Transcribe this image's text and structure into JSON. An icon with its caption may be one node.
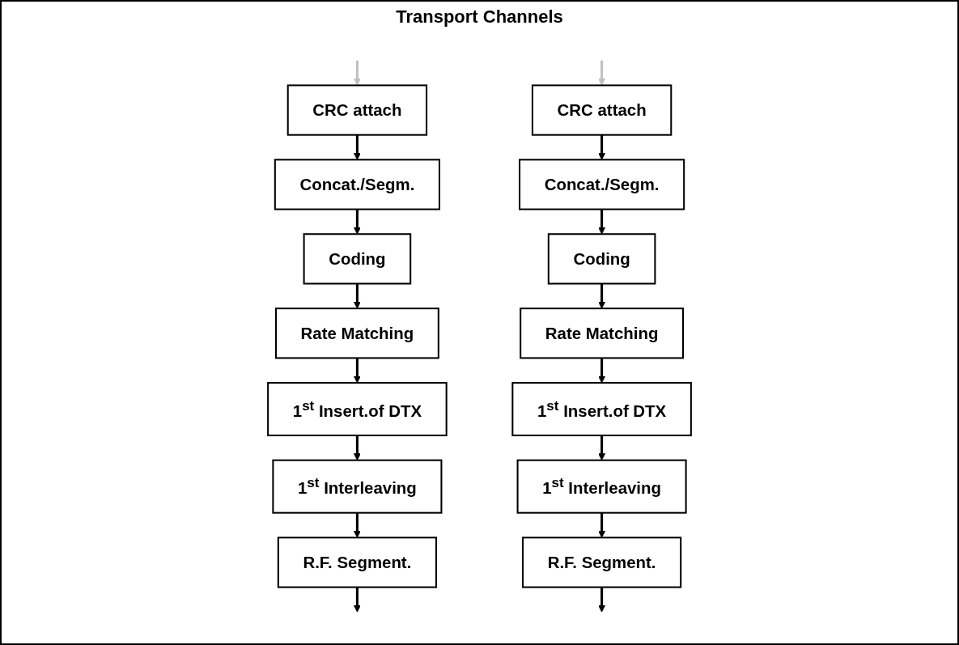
{
  "diagram": {
    "nodes": [
      {
        "text": [
          "CRC attach"
        ]
      },
      {
        "text": [
          "Concat./Segm."
        ]
      },
      {
        "text": [
          "Coding"
        ]
      },
      {
        "text": [
          "Rate Matching"
        ]
      },
      {
        "text": [
          "1$^{st}$ Insert.of DTX"
        ]
      },
      {
        "text": [
          "1$^{st}$ Interleaving"
        ]
      },
      {
        "text": [
          "R.F. Segment."
        ]
      },
      {
        "text": [
          "CRC attach"
        ]
      },
      {
        "text": [
          "Concat./Segm."
        ]
      },
      {
        "text": [
          "Coding"
        ]
      },
      {
        "text": [
          "Rate Matching"
        ]
      },
      {
        "text": [
          "1$^{st}$ Insert.of DTX"
        ]
      },
      {
        "text": [
          "1$^{st}$ Interleaving"
        ]
      },
      {
        "text": [
          "R.F. Segment."
        ]
      }
    ],
    "edges": [
      {
        "from": null,
        "to": 0,
        "arrow": "to",
        "color": "#c0c0c0"
      },
      {
        "from": 0,
        "to": 1,
        "arrow": "to"
      },
      {
        "from": 1,
        "to": 2,
        "arrow": "to"
      },
      {
        "from": 2,
        "to": 3,
        "arrow": "to"
      },
      {
        "from": 3,
        "to": 4,
        "arrow": "to"
      },
      {
        "from": 4,
        "to": 5,
        "arrow": "to"
      },
      {
        "from": 5,
        "to": 6,
        "arrow": "to"
      },
      {
        "from": 6,
        "to": null,
        "arrow": "to"
      },
      {
        "from": null,
        "to": 7,
        "arrow": "to",
        "color": "#c0c0c0"
      },
      {
        "from": 7,
        "to": 8,
        "arrow": "to"
      },
      {
        "from": 8,
        "to": 9,
        "arrow": "to"
      },
      {
        "from": 9,
        "to": 10,
        "arrow": "to"
      },
      {
        "from": 10,
        "to": 11,
        "arrow": "to"
      },
      {
        "from": 11,
        "to": 12,
        "arrow": "to"
      },
      {
        "from": 12,
        "to": 13,
        "arrow": "to"
      },
      {
        "from": 13,
        "to": null,
        "arrow": "to"
      }
    ],
    "labels": [
      "Transport Channels"
    ]
  }
}
